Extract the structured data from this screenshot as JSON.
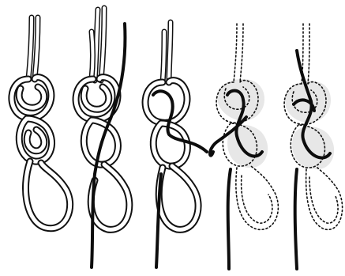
{
  "illustration": {
    "kind": "engraving",
    "panels": [
      {
        "step": 1,
        "style": "outline",
        "working_end": "none"
      },
      {
        "step": 2,
        "style": "outline",
        "working_end": "threaded"
      },
      {
        "step": 3,
        "style": "outline",
        "working_end": "threaded"
      },
      {
        "step": 4,
        "style": "dotted",
        "working_end": "threaded"
      },
      {
        "step": 5,
        "style": "dotted",
        "working_end": "threaded"
      }
    ],
    "colors": {
      "paper": "#ffffff",
      "ink": "#111111",
      "rope_fill": "#ffffff"
    }
  }
}
